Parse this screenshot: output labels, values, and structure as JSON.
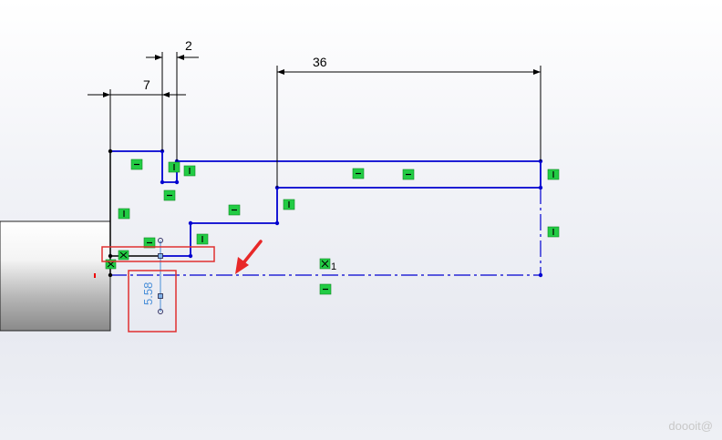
{
  "dimensions": {
    "dim_2": "2",
    "dim_7": "7",
    "dim_36": "36",
    "dim_558": "5.58"
  },
  "relation_label": "1",
  "watermark": "doooit@",
  "colors": {
    "sketch_line": "#0000d0",
    "defined_line": "#000000",
    "relation_badge": "#22cc44",
    "highlight_box": "#e03030",
    "arrow": "#e82828",
    "dim_edit": "#4a8fd8"
  },
  "icons": {
    "horizontal_relation": "horizontal-relation-icon",
    "vertical_relation": "vertical-relation-icon",
    "coincident_relation": "coincident-relation-icon",
    "arrow": "red-arrow-icon"
  }
}
